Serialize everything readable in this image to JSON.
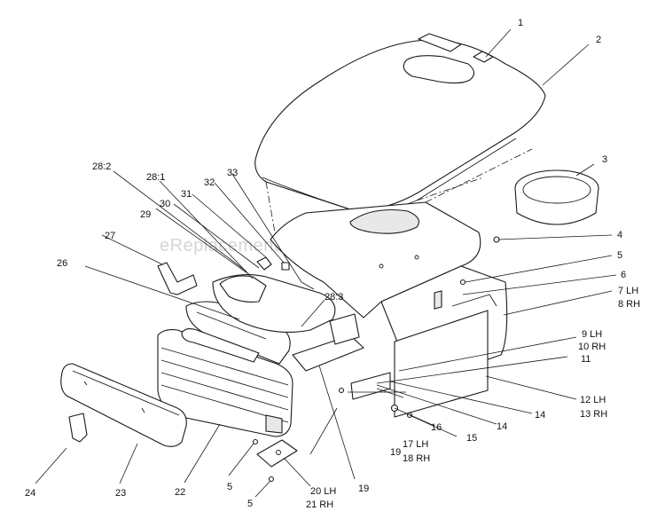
{
  "watermark": "eReplacementParts.com",
  "callouts": {
    "c1": "1",
    "c2": "2",
    "c3": "3",
    "c4": "4",
    "c5a": "5",
    "c6": "6",
    "c7": "7 LH",
    "c8": "8 RH",
    "c9": "9 LH",
    "c10": "10 RH",
    "c11": "11",
    "c12": "12 LH",
    "c13": "13 RH",
    "c14a": "14",
    "c14b": "14",
    "c15": "15",
    "c16": "16",
    "c17": "17 LH",
    "c18": "18 RH",
    "c19a": "19",
    "c19b": "19",
    "c20": "20 LH",
    "c21": "21 RH",
    "c5b": "5",
    "c5c": "5",
    "c22": "22",
    "c23": "23",
    "c24": "24",
    "c26": "26",
    "c27": "27",
    "c28_2": "28:2",
    "c28_1": "28:1",
    "c29": "29",
    "c30": "30",
    "c31": "31",
    "c32": "32",
    "c33": "33",
    "c28_3": "28:3"
  }
}
